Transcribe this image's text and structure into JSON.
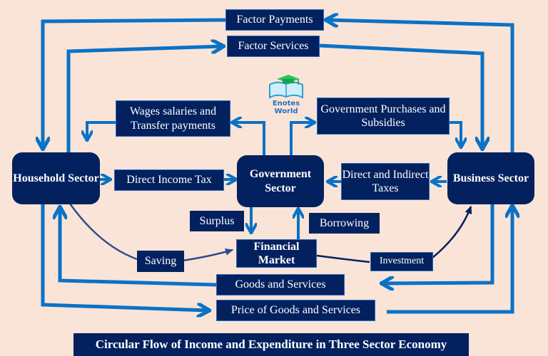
{
  "diagram": {
    "title": "Circular Flow of Income and Expenditure in Three Sector Economy",
    "logo": {
      "text": "Enotes World",
      "icon": "book-graduation-cap-icon"
    },
    "sectors": {
      "household": "Household Sector",
      "government": "Government Sector",
      "business": "Business Sector",
      "financial_market": "Financial Market"
    },
    "flows": {
      "factor_payments": "Factor Payments",
      "factor_services": "Factor Services",
      "wages_transfers": "Wages salaries and Transfer payments",
      "gov_purchases": "Government Purchases and Subsidies",
      "direct_income_tax": "Direct Income Tax",
      "direct_indirect_taxes": "Direct and Indirect Taxes",
      "surplus": "Surplus",
      "borrowing": "Borrowing",
      "saving": "Saving",
      "investment": "Investment",
      "goods_services": "Goods and Services",
      "price_goods_services": "Price of Goods and Services"
    },
    "colors": {
      "background": "#fae4d7",
      "box_fill": "#03215e",
      "arrow": "#0a72c6",
      "curve": "#2c4f8f"
    }
  }
}
